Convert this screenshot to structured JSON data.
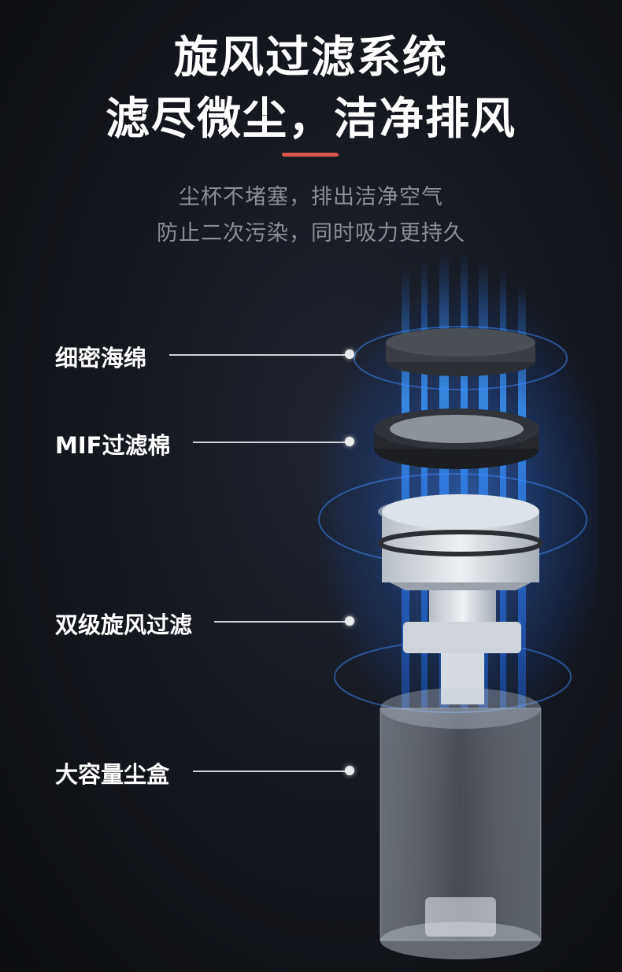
{
  "header": {
    "title_line1": "旋风过滤系统",
    "title_line2": "滤尽微尘，洁净排风",
    "accent_color": "#d9534f"
  },
  "subtitle": {
    "line1": "尘杯不堵塞，排出洁净空气",
    "line2": "防止二次污染，同时吸力更持久"
  },
  "callouts": [
    {
      "label": "细密海绵"
    },
    {
      "label": "MIF过滤棉"
    },
    {
      "label": "双级旋风过滤"
    },
    {
      "label": "大容量尘盒"
    }
  ]
}
